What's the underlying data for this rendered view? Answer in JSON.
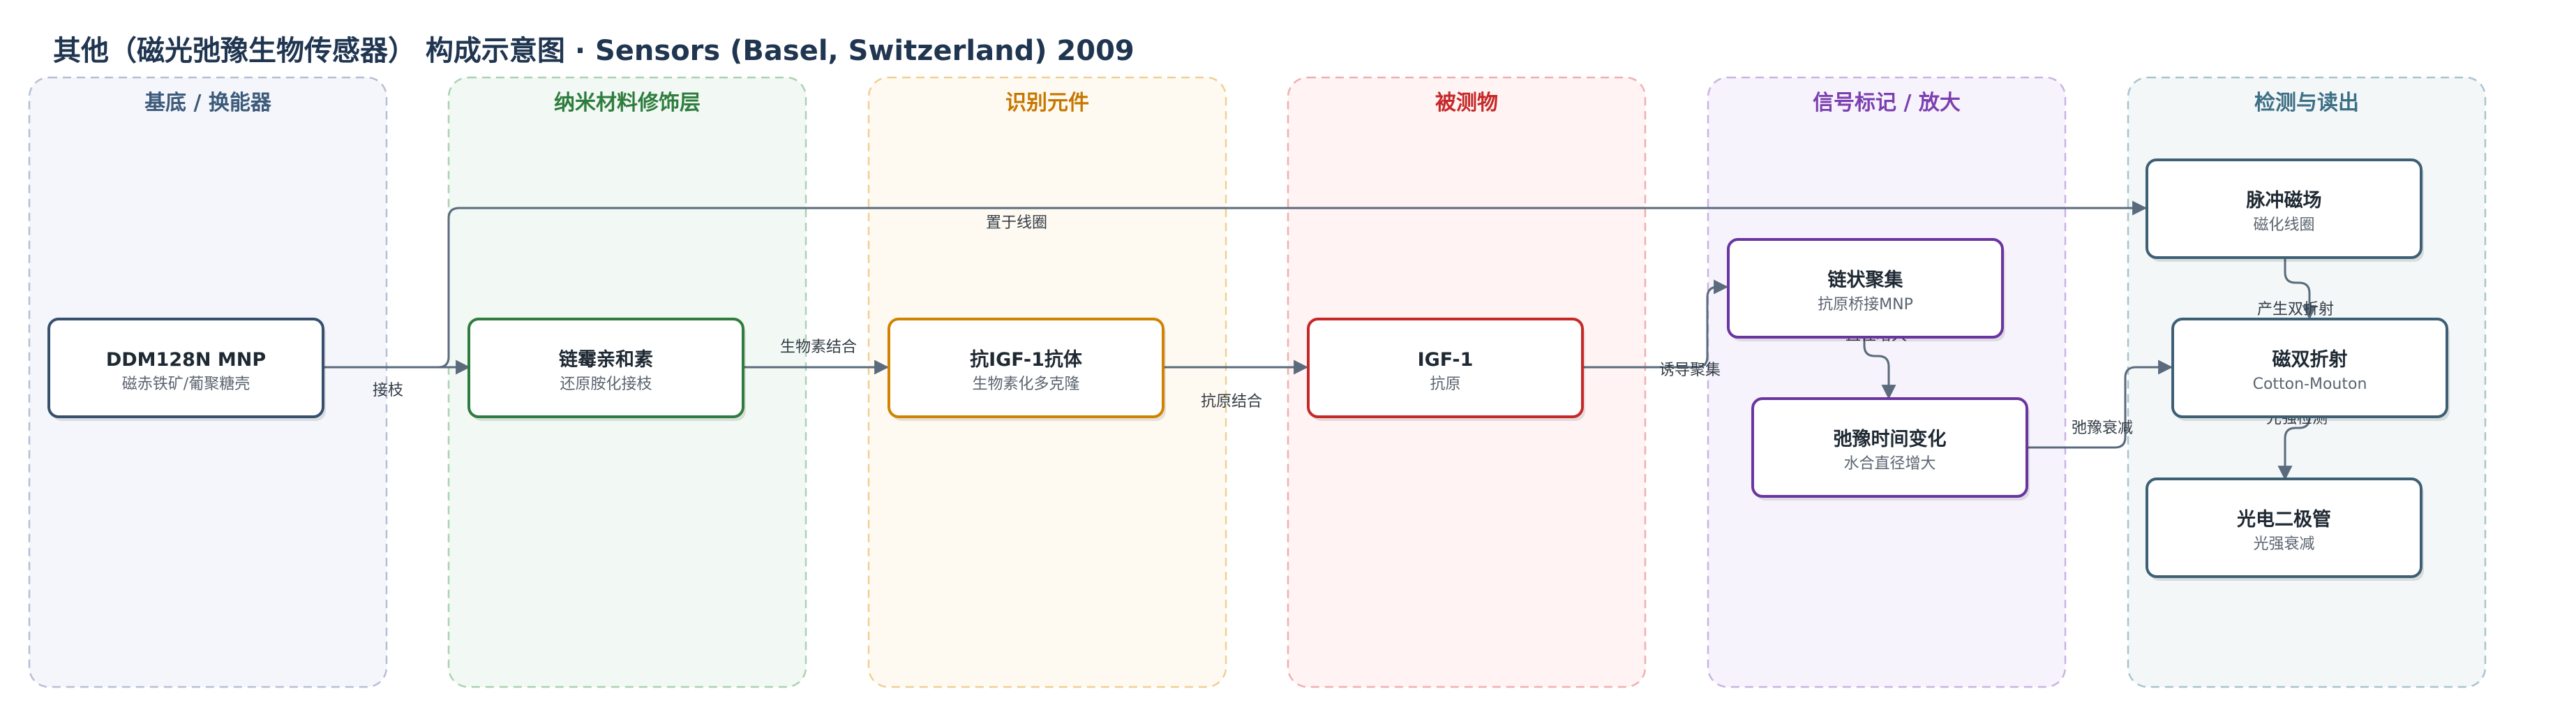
{
  "title": "其他（磁光弛豫生物传感器） 构成示意图 · Sensors (Basel, Switzerland) 2009",
  "lanes": [
    {
      "label": "基底 / 换能器",
      "color": "#3c5a7a",
      "fill": "#f5f6fb",
      "stroke": "#b6bfd4"
    },
    {
      "label": "纳米材料修饰层",
      "color": "#2e7d3e",
      "fill": "#f2f8f3",
      "stroke": "#a9d3b2"
    },
    {
      "label": "识别元件",
      "color": "#c77700",
      "fill": "#fffaf1",
      "stroke": "#f0cf94"
    },
    {
      "label": "被测物",
      "color": "#c62828",
      "fill": "#fff3f3",
      "stroke": "#f0b0b0"
    },
    {
      "label": "信号标记 / 放大",
      "color": "#7b3fb0",
      "fill": "#f7f3fc",
      "stroke": "#c9b4e2"
    },
    {
      "label": "检测与读出",
      "color": "#3d6f85",
      "fill": "#f3f7f8",
      "stroke": "#aac4cf"
    }
  ],
  "nodes": [
    {
      "title": "DDM128N MNP",
      "sub": "磁赤铁矿/葡聚糖壳",
      "color": "#36506e"
    },
    {
      "title": "链霉亲和素",
      "sub": "还原胺化接枝",
      "color": "#2e7d3e"
    },
    {
      "title": "抗IGF-1抗体",
      "sub": "生物素化多克隆",
      "color": "#d08300"
    },
    {
      "title": "IGF-1",
      "sub": "抗原",
      "color": "#c62828"
    },
    {
      "title": "链状聚集",
      "sub": "抗原桥接MNP",
      "color": "#6a35a0"
    },
    {
      "title": "弛豫时间变化",
      "sub": "水合直径增大",
      "color": "#6a35a0"
    },
    {
      "title": "脉冲磁场",
      "sub": "磁化线圈",
      "color": "#3d6075"
    },
    {
      "title": "磁双折射",
      "sub": "Cotton-Mouton",
      "color": "#3d6075"
    },
    {
      "title": "光电二极管",
      "sub": "光强衰减",
      "color": "#3d6075"
    }
  ],
  "edges": [
    {
      "label": "接枝"
    },
    {
      "label": "置于线圈"
    },
    {
      "label": "生物素结合"
    },
    {
      "label": "抗原结合"
    },
    {
      "label": "诱导聚集"
    },
    {
      "label": "直径增大"
    },
    {
      "label": "弛豫衰减"
    },
    {
      "label": "产生双折射"
    },
    {
      "label": "光强检测"
    }
  ]
}
